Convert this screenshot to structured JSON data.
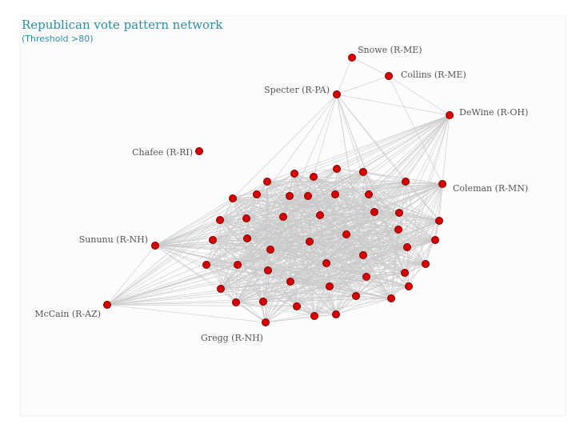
{
  "title": "Republican vote pattern network",
  "subtitle": "(Threshold >80)",
  "colors": {
    "title": "#2a8fa8",
    "node_fill": "#d90000",
    "node_stroke": "#7a0000",
    "edge": "#c9c9c9",
    "label": "#555555",
    "plot_background": "#fcfcfc"
  },
  "labeled_nodes": [
    {
      "id": "snowe",
      "label": "Snowe (R-ME)"
    },
    {
      "id": "collins",
      "label": "Collins (R-ME)"
    },
    {
      "id": "specter",
      "label": "Specter (R-PA)"
    },
    {
      "id": "dewine",
      "label": "DeWine (R-OH)"
    },
    {
      "id": "chafee",
      "label": "Chafee (R-RI)"
    },
    {
      "id": "coleman",
      "label": "Coleman (R-MN)"
    },
    {
      "id": "sununu",
      "label": "Sununu (R-NH)"
    },
    {
      "id": "mccain",
      "label": "McCain (R-AZ)"
    },
    {
      "id": "gregg",
      "label": "Gregg (R-NH)"
    }
  ],
  "unlabeled_node_count": 46
}
